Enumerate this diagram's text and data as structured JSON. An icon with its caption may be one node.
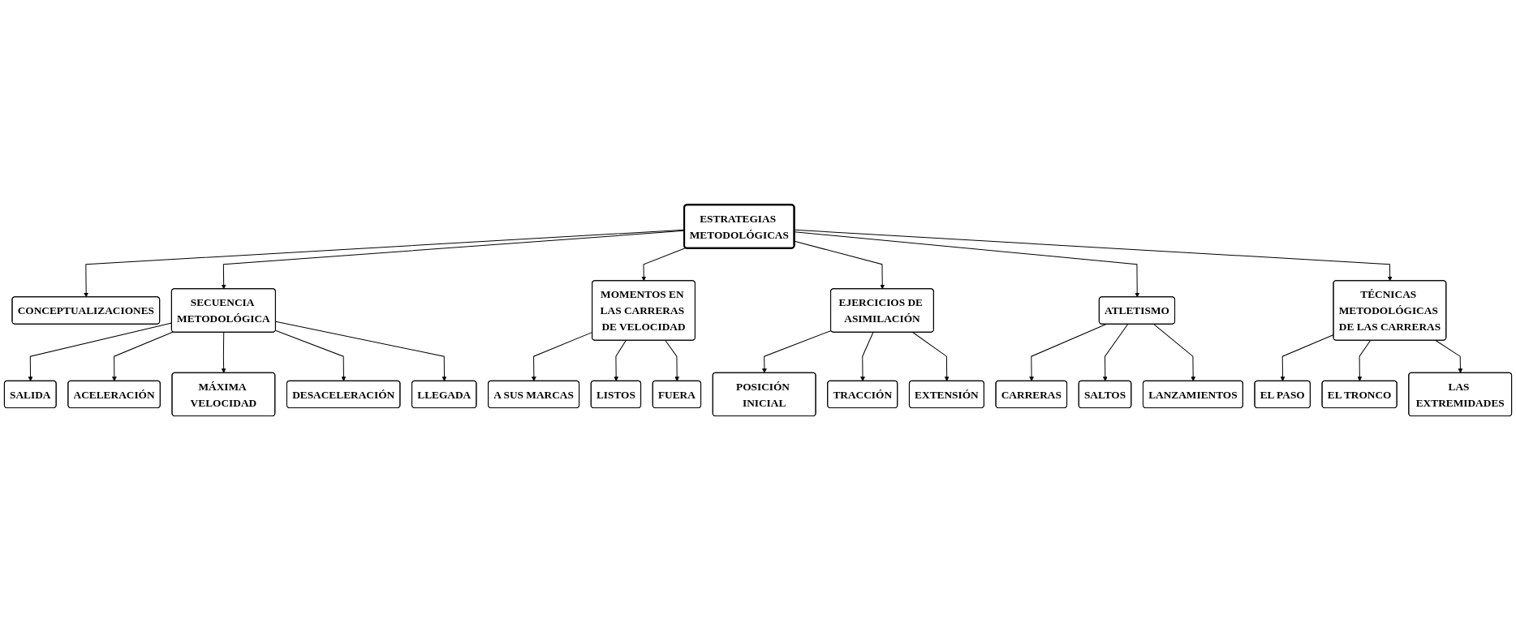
{
  "diagram": {
    "nodes": [
      {
        "text": [
          "ESTRATEGIAS METODOLÓGICAS"
        ]
      },
      {
        "text": [
          "CONCEPTUALIZACIONES"
        ]
      },
      {
        "text": [
          "SECUENCIA METODOLÓGICA"
        ]
      },
      {
        "text": [
          "SALIDA"
        ]
      },
      {
        "text": [
          "ACELERACIÓN"
        ]
      },
      {
        "text": [
          "MÁXIMA VELOCIDAD"
        ]
      },
      {
        "text": [
          "DESACELERACIÓN"
        ]
      },
      {
        "text": [
          "LLEGADA"
        ]
      },
      {
        "text": [
          "MOMENTOS EN LAS CARRERAS DE VELOCIDAD"
        ]
      },
      {
        "text": [
          "A SUS MARCAS"
        ]
      },
      {
        "text": [
          "LISTOS"
        ]
      },
      {
        "text": [
          "FUERA"
        ]
      },
      {
        "text": [
          "EJERCICIOS DE ASIMILACIÓN"
        ]
      },
      {
        "text": [
          "POSICIÓN INICIAL"
        ]
      },
      {
        "text": [
          "TRACCIÓN"
        ]
      },
      {
        "text": [
          "EXTENSIÓN"
        ]
      },
      {
        "text": [
          "ATLETISMO"
        ]
      },
      {
        "text": [
          "CARRERAS"
        ]
      },
      {
        "text": [
          "SALTOS"
        ]
      },
      {
        "text": [
          "LANZAMIENTOS"
        ]
      },
      {
        "text": [
          "TÉCNICAS METODOLÓGICAS DE LAS CARRERAS"
        ]
      },
      {
        "text": [
          "EL PASO"
        ]
      },
      {
        "text": [
          "EL TRONCO"
        ]
      },
      {
        "text": [
          "LAS EXTREMIDADES"
        ]
      }
    ],
    "edges": [
      {
        "from": 0,
        "to": 1,
        "arrow": "to"
      },
      {
        "from": 0,
        "to": 2,
        "arrow": "to"
      },
      {
        "from": 2,
        "to": 3,
        "arrow": "to"
      },
      {
        "from": 2,
        "to": 4,
        "arrow": "to"
      },
      {
        "from": 2,
        "to": 5,
        "arrow": "to"
      },
      {
        "from": 2,
        "to": 6,
        "arrow": "to"
      },
      {
        "from": 2,
        "to": 7,
        "arrow": "to"
      },
      {
        "from": 0,
        "to": 8,
        "arrow": "to"
      },
      {
        "from": 8,
        "to": 9,
        "arrow": "to"
      },
      {
        "from": 8,
        "to": 10,
        "arrow": "to"
      },
      {
        "from": 8,
        "to": 11,
        "arrow": "to"
      },
      {
        "from": 0,
        "to": 12,
        "arrow": "to"
      },
      {
        "from": 12,
        "to": 13,
        "arrow": "to"
      },
      {
        "from": 12,
        "to": 14,
        "arrow": "to"
      },
      {
        "from": 12,
        "to": 15,
        "arrow": "to"
      },
      {
        "from": 0,
        "to": 16,
        "arrow": "to"
      },
      {
        "from": 16,
        "to": 17,
        "arrow": "to"
      },
      {
        "from": 16,
        "to": 18,
        "arrow": "to"
      },
      {
        "from": 16,
        "to": 19,
        "arrow": "to"
      },
      {
        "from": 0,
        "to": 20,
        "arrow": "to"
      },
      {
        "from": 20,
        "to": 21,
        "arrow": "to"
      },
      {
        "from": 20,
        "to": 22,
        "arrow": "to"
      },
      {
        "from": 20,
        "to": 23,
        "arrow": "to"
      }
    ]
  }
}
